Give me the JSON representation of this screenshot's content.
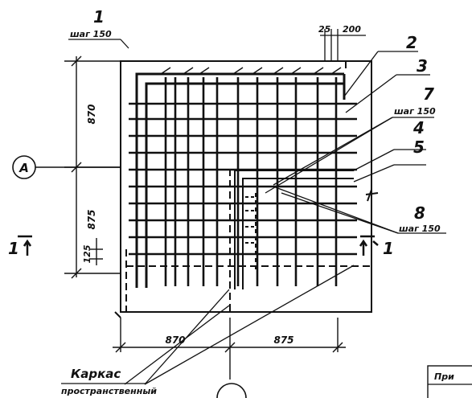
{
  "callouts": {
    "c1": "1",
    "c2": "2",
    "c3": "3",
    "c4": "4",
    "c5": "5",
    "c7": "7",
    "c8": "8",
    "step_top": "шаг 150",
    "step_7": "шаг 150",
    "step_8": "шаг 150"
  },
  "dimensions": {
    "d25": "25",
    "d200": "200",
    "d870_v": "870",
    "d875_v": "875",
    "d125": "125",
    "d870_h": "870",
    "d875_h": "875"
  },
  "axis": {
    "a": "А"
  },
  "section": {
    "left": "1",
    "right": "1"
  },
  "caption": {
    "line1": "Каркас",
    "line2": "пространственный"
  },
  "stamp": {
    "text": "При"
  }
}
